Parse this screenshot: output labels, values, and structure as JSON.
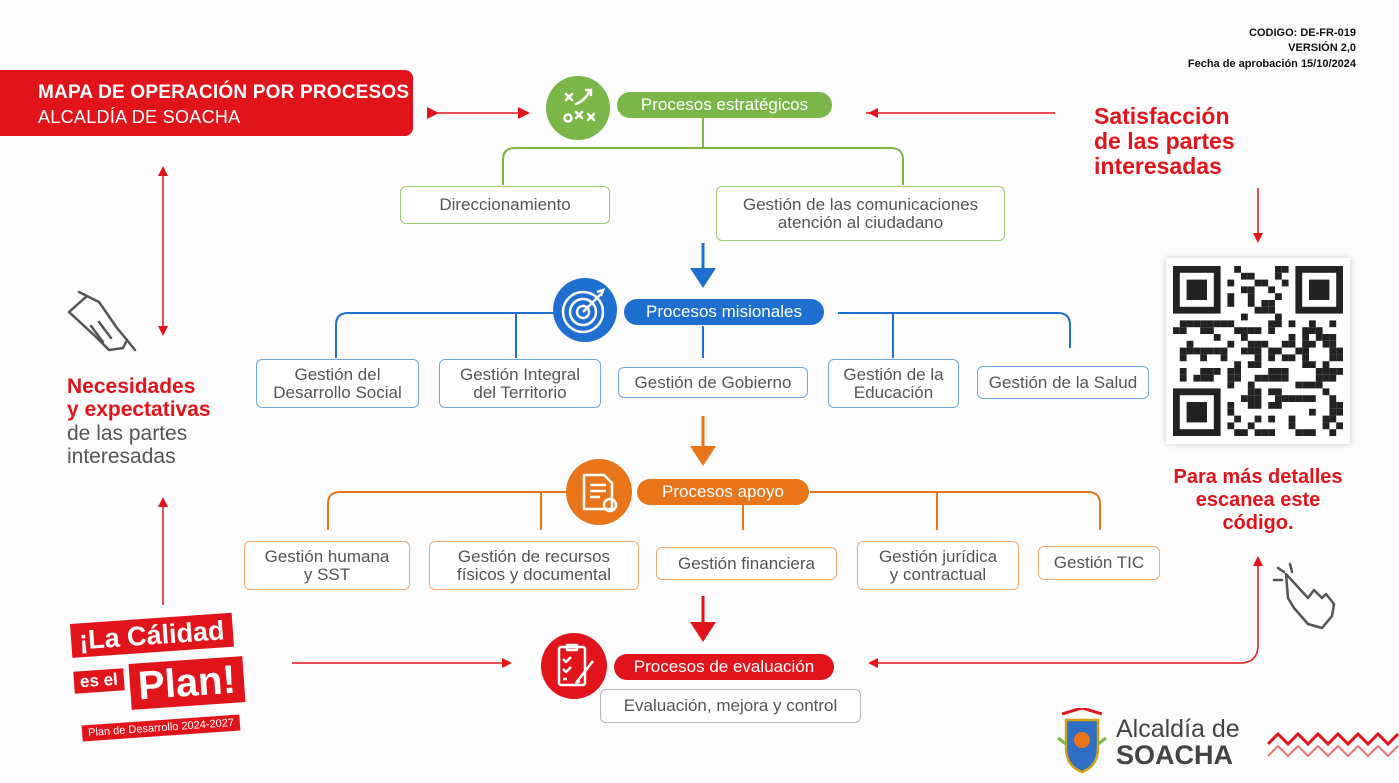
{
  "header": {
    "title": "MAPA DE OPERACIÓN POR PROCESOS",
    "subtitle": "ALCALDÍA DE SOACHA"
  },
  "doc_meta": {
    "code": "CODIGO: DE-FR-019",
    "version": "VERSIÓN  2,0",
    "approval": "Fecha de aprobación 15/10/2024"
  },
  "left_panel": {
    "needs_line1": "Necesidades",
    "needs_line2": "y expectativas",
    "needs_line3": "de las partes",
    "needs_line4": "interesadas"
  },
  "right_panel": {
    "satisfaction_line1": "Satisfacción",
    "satisfaction_line2": "de las partes",
    "satisfaction_line3": "interesadas",
    "scan_line1": "Para más detalles",
    "scan_line2": "escanea este",
    "scan_line3": "código."
  },
  "strategic": {
    "label": "Procesos estratégicos",
    "items": [
      "Direccionamiento",
      "Gestión de las comunicaciones\natención al ciudadano"
    ]
  },
  "missional": {
    "label": "Procesos misionales",
    "items": [
      "Gestión del\nDesarrollo Social",
      "Gestión Integral\ndel Territorio",
      "Gestión de Gobierno",
      "Gestión de la\nEducación",
      "Gestión de la Salud"
    ]
  },
  "support": {
    "label": "Procesos apoyo",
    "items": [
      "Gestión humana\ny SST",
      "Gestión de recursos\nfísicos y documental",
      "Gestión financiera",
      "Gestión jurídica\ny contractual",
      "Gestión TIC"
    ]
  },
  "evaluation": {
    "label": "Procesos de evaluación",
    "item": "Evaluación, mejora y control"
  },
  "quality_badge": {
    "line1": "¡La Cálidad",
    "line2": "es el",
    "line3": "Plan!",
    "line4": "Plan de Desarrollo 2024-2027"
  },
  "logo": {
    "line1": "Alcaldía de",
    "line2": "SOACHA"
  },
  "colors": {
    "red": "#e1141b",
    "green": "#7ab648",
    "blue": "#1f6fd1",
    "orange": "#e8751a"
  },
  "icons": [
    "strategy-board-icon",
    "target-icon",
    "documents-gear-icon",
    "checklist-icon",
    "handshake-icon",
    "pointing-hand-icon",
    "qr-code-icon",
    "coat-of-arms-icon"
  ]
}
